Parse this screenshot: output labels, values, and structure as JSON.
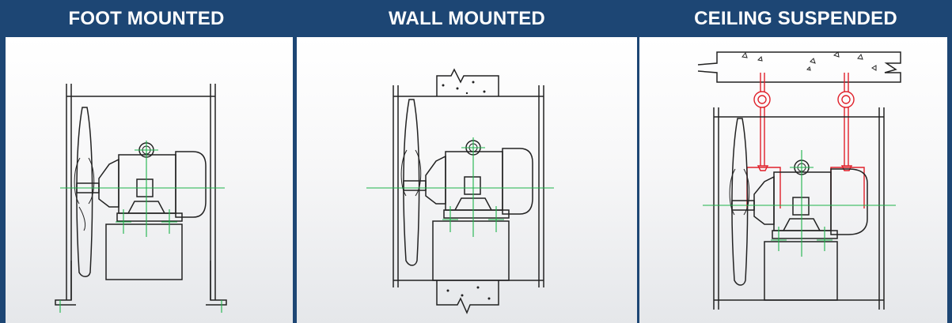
{
  "panels": [
    {
      "title": "FOOT MOUNTED"
    },
    {
      "title": "WALL MOUNTED"
    },
    {
      "title": "CEILING SUSPENDED"
    }
  ],
  "colors": {
    "header_background": "#1d4674",
    "header_text": "#ffffff",
    "centerlines": "#1db34a",
    "hangers": "#e0202a",
    "linework": "#222222"
  }
}
